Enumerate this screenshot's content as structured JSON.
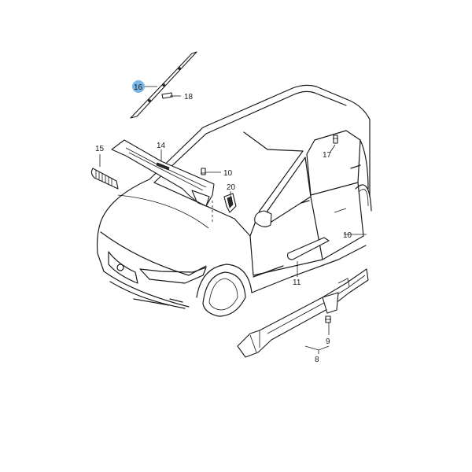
{
  "diagram": {
    "highlight_color": "#7ab8e8",
    "line_color": "#1a1a1a",
    "background": "#ffffff",
    "callouts": [
      {
        "id": "16",
        "label": "16",
        "highlighted": true
      },
      {
        "id": "18",
        "label": "18",
        "highlighted": false
      },
      {
        "id": "15",
        "label": "15",
        "highlighted": false
      },
      {
        "id": "14",
        "label": "14",
        "highlighted": false
      },
      {
        "id": "10a",
        "label": "10",
        "highlighted": false
      },
      {
        "id": "20",
        "label": "20",
        "highlighted": false
      },
      {
        "id": "17",
        "label": "17",
        "highlighted": false
      },
      {
        "id": "10b",
        "label": "10",
        "highlighted": false
      },
      {
        "id": "11",
        "label": "11",
        "highlighted": false
      },
      {
        "id": "9",
        "label": "9",
        "highlighted": false
      },
      {
        "id": "8",
        "label": "8",
        "highlighted": false
      }
    ]
  }
}
